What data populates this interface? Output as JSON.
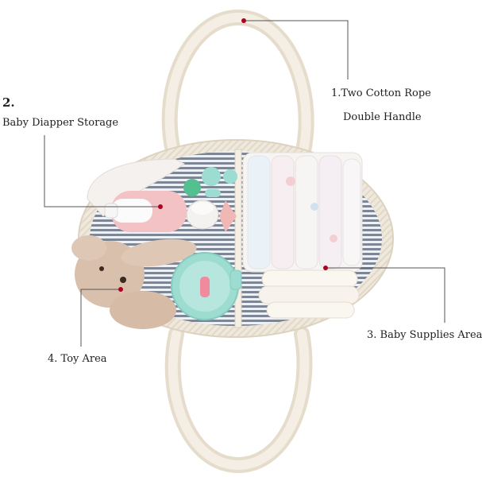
{
  "callouts": {
    "handle": {
      "line1": "1.Two Cotton Rope",
      "line2": "Double Handle"
    },
    "diaper": {
      "number": "2.",
      "text": "Baby Diapper Storage"
    },
    "supplies": {
      "text": "3. Baby Supplies Area"
    },
    "toy": {
      "text": "4. Toy Area"
    }
  },
  "colors": {
    "rope": "#efe8dc",
    "stripe": "#7d8694",
    "bunny": "#d9c0ad",
    "container": "#9ddcd0",
    "bottle": "#f2c2c4",
    "dot": "#b00020",
    "leader": "#555555"
  }
}
